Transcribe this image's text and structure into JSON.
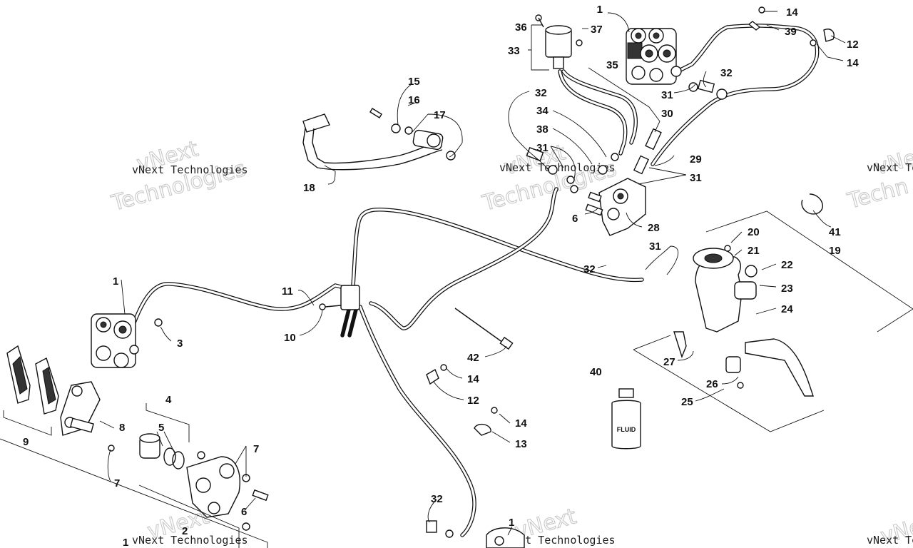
{
  "callouts": [
    {
      "n": "1"
    },
    {
      "n": "14"
    },
    {
      "n": "36"
    },
    {
      "n": "37"
    },
    {
      "n": "39"
    },
    {
      "n": "33"
    },
    {
      "n": "12"
    },
    {
      "n": "14"
    },
    {
      "n": "35"
    },
    {
      "n": "32"
    },
    {
      "n": "15"
    },
    {
      "n": "16"
    },
    {
      "n": "32"
    },
    {
      "n": "31"
    },
    {
      "n": "17"
    },
    {
      "n": "34"
    },
    {
      "n": "30"
    },
    {
      "n": "38"
    },
    {
      "n": "31"
    },
    {
      "n": "29"
    },
    {
      "n": "31"
    },
    {
      "n": "18"
    },
    {
      "n": "6"
    },
    {
      "n": "28"
    },
    {
      "n": "41"
    },
    {
      "n": "20"
    },
    {
      "n": "19"
    },
    {
      "n": "21"
    },
    {
      "n": "31"
    },
    {
      "n": "32"
    },
    {
      "n": "22"
    },
    {
      "n": "23"
    },
    {
      "n": "11"
    },
    {
      "n": "1"
    },
    {
      "n": "24"
    },
    {
      "n": "10"
    },
    {
      "n": "3"
    },
    {
      "n": "42"
    },
    {
      "n": "27"
    },
    {
      "n": "40"
    },
    {
      "n": "14"
    },
    {
      "n": "26"
    },
    {
      "n": "4"
    },
    {
      "n": "12"
    },
    {
      "n": "25"
    },
    {
      "n": "14"
    },
    {
      "n": "5"
    },
    {
      "n": "8"
    },
    {
      "n": "7"
    },
    {
      "n": "9"
    },
    {
      "n": "13"
    },
    {
      "n": "7"
    },
    {
      "n": "6"
    },
    {
      "n": "32"
    },
    {
      "n": "2"
    },
    {
      "n": "1"
    },
    {
      "n": "1"
    }
  ],
  "bottle_label": "FLUID",
  "watermark": {
    "small": "vNext Technologies",
    "big_line1": "vNext",
    "big_line2": "Technologies",
    "partial_small": "vNext Te",
    "partial_big": "Techn"
  }
}
